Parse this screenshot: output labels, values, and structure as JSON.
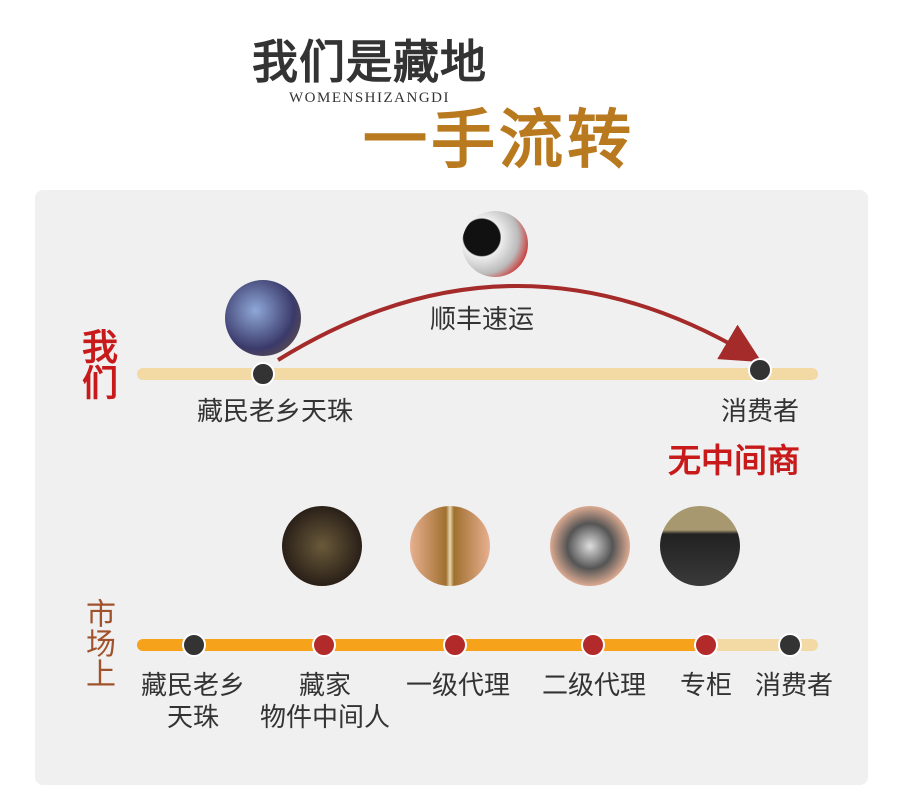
{
  "header": {
    "title": "我们是藏地",
    "pinyin": "WOMENSHIZANGDI",
    "slogan": "一手流转"
  },
  "ours": {
    "side_label": "我们",
    "start": "藏民老乡天珠",
    "end": "消费者",
    "shipping": "顺丰速运",
    "badge": "无中间商"
  },
  "market": {
    "side_label": "市场上",
    "stages": [
      {
        "line1": "藏民老乡",
        "line2": "天珠"
      },
      {
        "line1": "藏家",
        "line2": "物件中间人"
      },
      {
        "line1": "一级代理",
        "line2": ""
      },
      {
        "line1": "二级代理",
        "line2": ""
      },
      {
        "line1": "专柜",
        "line2": ""
      },
      {
        "line1": "消费者",
        "line2": ""
      }
    ]
  },
  "colors": {
    "accent_gold": "#b8791f",
    "red": "#c81a1a",
    "orange": "#f7a21b",
    "pale": "#f3d9a4",
    "arc": "#a52a2a"
  }
}
